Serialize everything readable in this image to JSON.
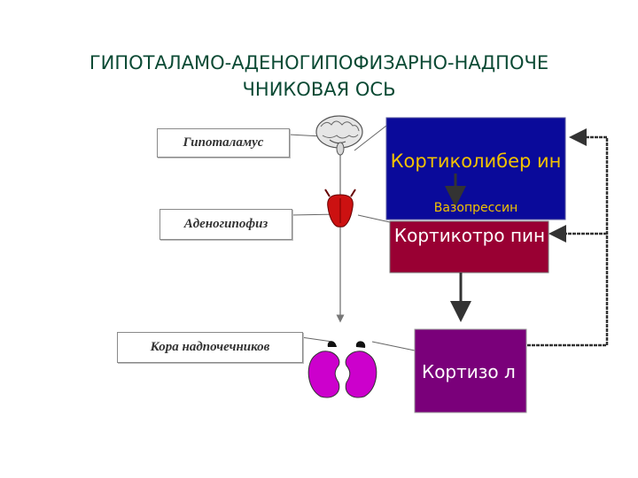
{
  "title": "ГИПОТАЛАМО-АДЕНОГИПОФИЗАРНО-НАДПОЧЕ ЧНИКОВАЯ ОСЬ",
  "organs": {
    "hypothalamus": "Гипоталамус",
    "adenohypophysis": "Аденогипофиз",
    "adrenal_cortex": "Кора надпочечников"
  },
  "hormones": {
    "crh": "Кортиколибер ин",
    "vasopressin": "Вазопрессин",
    "acth": "Кортикотро пин",
    "cortisol": "Кортизо л"
  },
  "colors": {
    "crh_box": "#0a0a9a",
    "crh_text": "#f2c200",
    "acth_box": "#990033",
    "cortisol_box": "#7a007a",
    "title": "#0b4a34",
    "kidney": "#cc00cc",
    "pituitary": "#cc1111"
  },
  "icons": [
    "brain-icon",
    "pituitary-icon",
    "adrenal-gland-icon"
  ]
}
